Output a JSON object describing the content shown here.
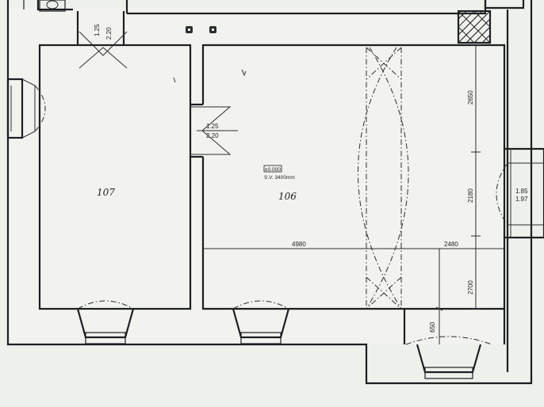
{
  "rooms": {
    "room_107": "107",
    "room_106": "106"
  },
  "level_marker": {
    "elevation": "±0.000",
    "clear_height": "S.V. 3400mm"
  },
  "doors": {
    "door_top": {
      "width": "1.25",
      "height": "2.20"
    },
    "door_middle": {
      "width": "1.25",
      "height": "2.20"
    },
    "door_right": {
      "width": "1.85",
      "height": "1.97"
    }
  },
  "dimensions": {
    "left_span": "4980",
    "right_span": "2480",
    "upper_vertical": "2650",
    "middle_vertical": "2180",
    "lower_vertical": "2700",
    "niche_depth": "650"
  }
}
